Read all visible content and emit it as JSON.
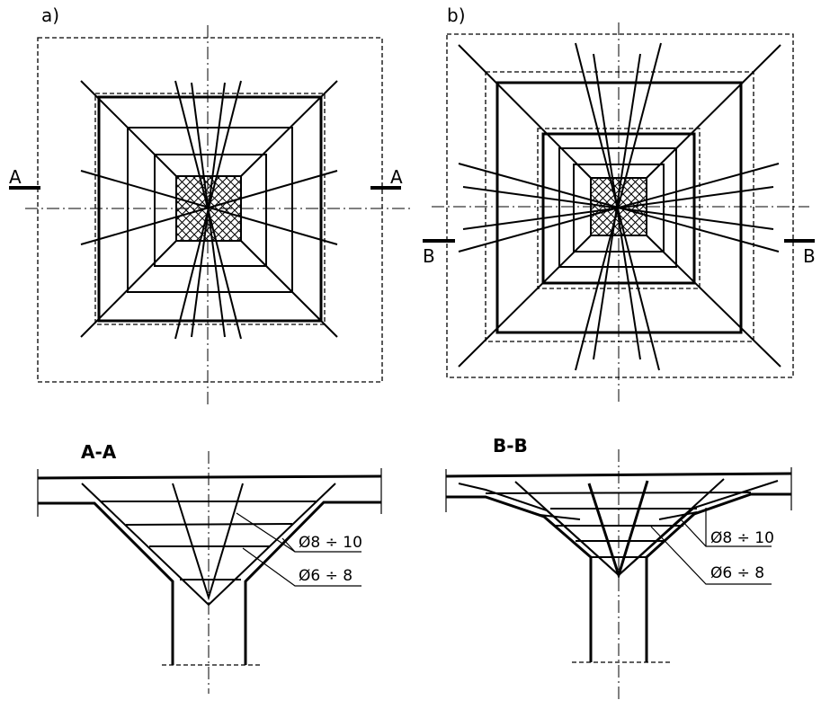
{
  "plan_a": {
    "label": "a)",
    "cut_left": "A",
    "cut_right": "A"
  },
  "plan_b": {
    "label": "b)",
    "cut_left": "B",
    "cut_right": "B"
  },
  "section_a": {
    "title": "A-A",
    "rebar_1": "Ø8 ÷ 10",
    "rebar_2": "Ø6 ÷ 8"
  },
  "section_b": {
    "title": "B-B",
    "rebar_1": "Ø8 ÷ 10",
    "rebar_2": "Ø6 ÷ 8"
  }
}
